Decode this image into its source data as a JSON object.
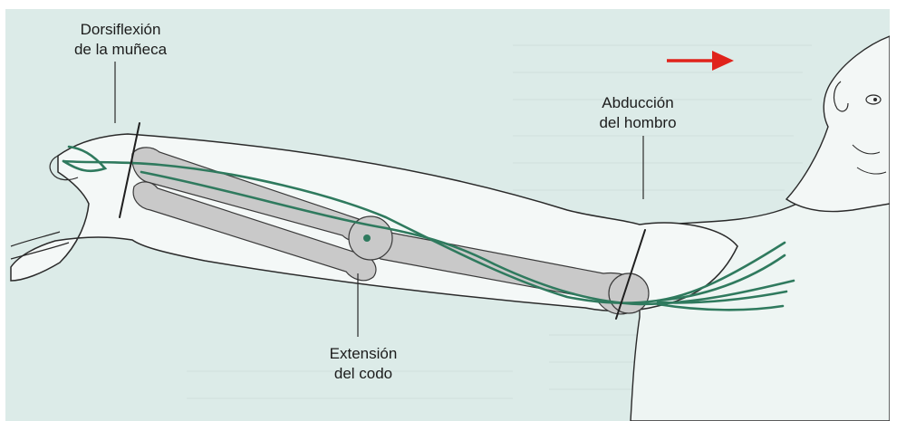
{
  "labels": {
    "wrist_line1": "Dorsiflexión",
    "wrist_line2": "de la muñeca",
    "shoulder_line1": "Abducción",
    "shoulder_line2": "del hombro",
    "elbow_line1": "Extensión",
    "elbow_line2": "del codo"
  },
  "colors": {
    "background": "#dcebe8",
    "nerve": "#2f7a5e",
    "bone": "#c9c9c9",
    "outline": "#2a2a2a",
    "arrow": "#e0231b"
  },
  "icons": {
    "direction_arrow": "red-arrow-right"
  }
}
